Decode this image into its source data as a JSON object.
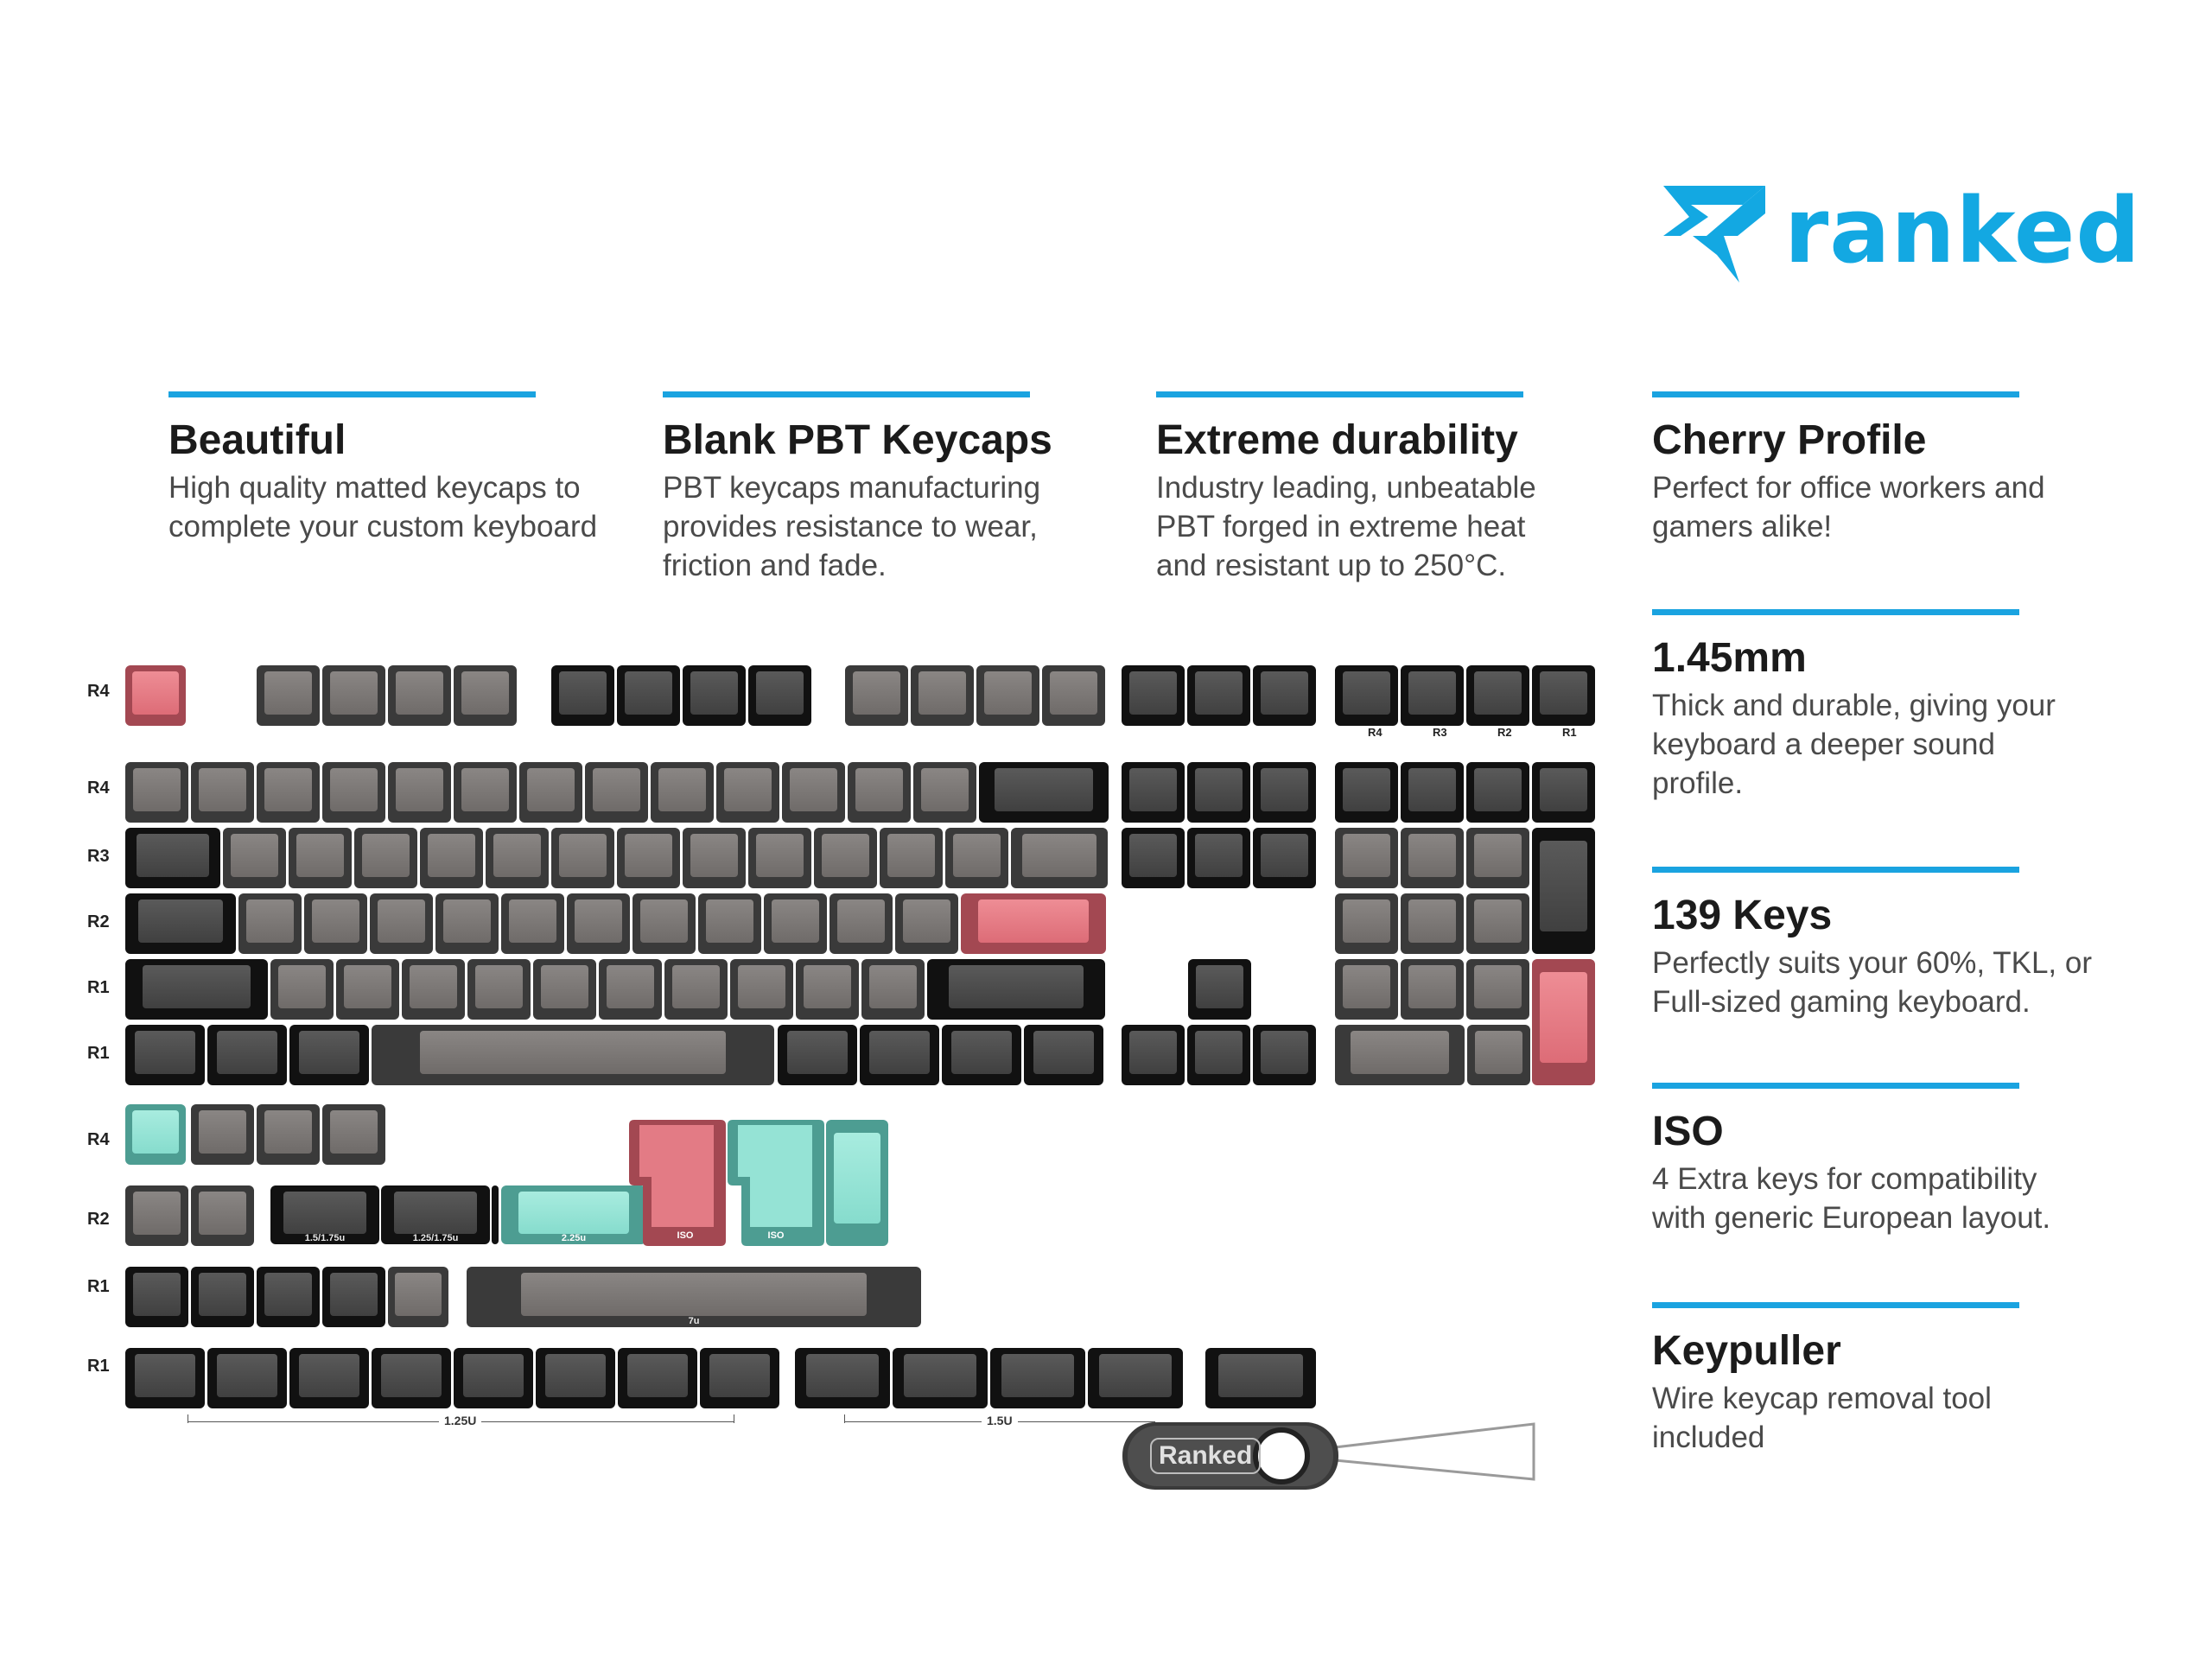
{
  "brand": {
    "name": "ranked",
    "color": "#13a8e2"
  },
  "features": [
    {
      "title": "Beautiful",
      "desc": "High quality matted keycaps to complete your custom keyboard"
    },
    {
      "title": "Blank PBT Keycaps",
      "desc": "PBT keycaps manufacturing provides resistance to wear, friction and fade."
    },
    {
      "title": "Extreme durability",
      "desc": "Industry leading, unbeatable PBT forged in extreme heat and resistant up to 250°C."
    },
    {
      "title": "Cherry Profile",
      "desc": "Perfect for office workers and gamers alike!"
    },
    {
      "title": "1.45mm",
      "desc": "Thick and durable, giving your keyboard a deeper sound profile."
    },
    {
      "title": "139 Keys",
      "desc": "Perfectly suits your 60%, TKL, or Full-sized gaming keyboard."
    },
    {
      "title": "ISO",
      "desc": "4 Extra keys for compatibility with generic European layout."
    },
    {
      "title": "Keypuller",
      "desc": "Wire keycap removal tool included"
    }
  ],
  "row_labels": {
    "main": [
      "R4",
      "R4",
      "R3",
      "R2",
      "R1",
      "R1"
    ],
    "extra": [
      "R4",
      "R2",
      "R1",
      "R1"
    ],
    "numpad_legend": [
      "R4",
      "R3",
      "R2",
      "R1"
    ]
  },
  "key_labels": {
    "k15_175_a": "1.5/1.75u",
    "k125_175": "1.25/1.75u",
    "k225": "2.25u",
    "iso_a": "ISO",
    "iso_b": "ISO",
    "k7": "7u"
  },
  "dimensions": {
    "a": "1.25U",
    "b": "1.5U"
  },
  "keypuller": {
    "label": "Ranked"
  },
  "colors": {
    "accent": "#1aa3e0",
    "dark_key": "#4b4b4b",
    "grey_key": "#7c7876",
    "pink_key": "#e57c86",
    "mint_key": "#95e3d5"
  }
}
